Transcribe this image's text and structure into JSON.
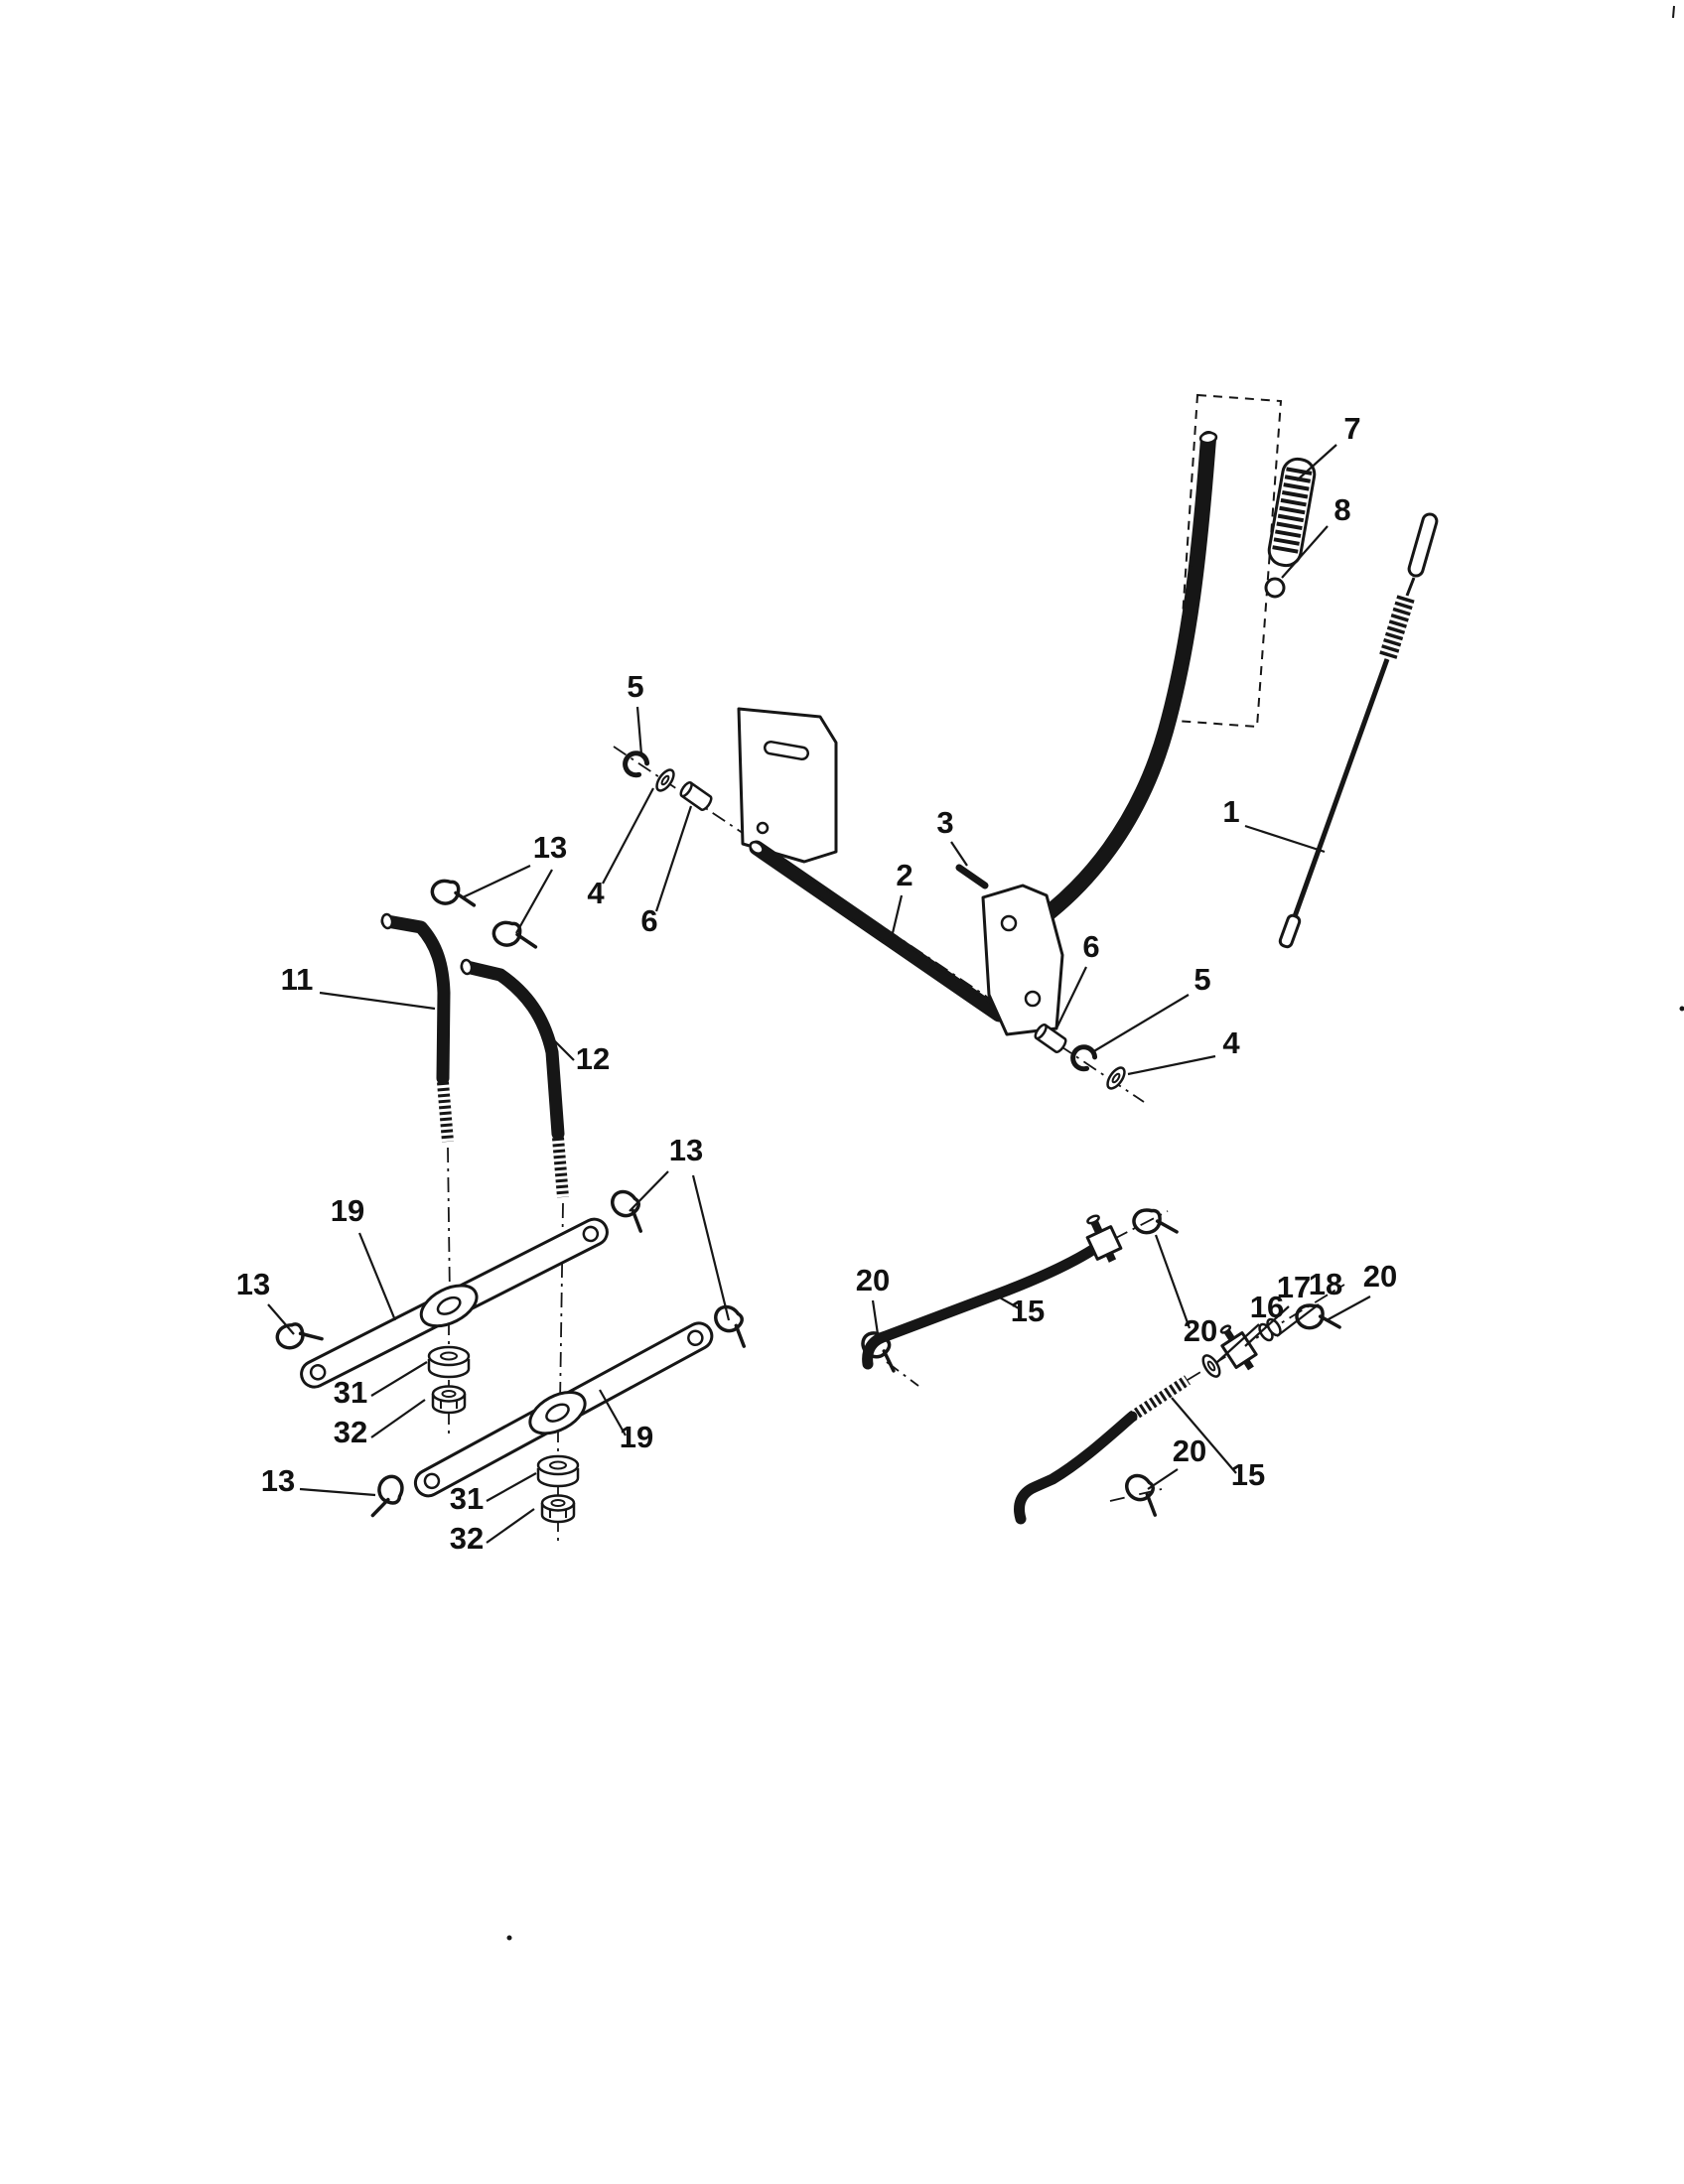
{
  "colors": {
    "ink": "#161616",
    "paper": "#ffffff"
  },
  "callouts": [
    {
      "text": "7"
    },
    {
      "text": "8"
    },
    {
      "text": "1"
    },
    {
      "text": "5"
    },
    {
      "text": "4"
    },
    {
      "text": "6"
    },
    {
      "text": "13"
    },
    {
      "text": "3"
    },
    {
      "text": "2"
    },
    {
      "text": "6"
    },
    {
      "text": "5"
    },
    {
      "text": "4"
    },
    {
      "text": "11"
    },
    {
      "text": "12"
    },
    {
      "text": "13"
    },
    {
      "text": "19"
    },
    {
      "text": "13"
    },
    {
      "text": "31"
    },
    {
      "text": "32"
    },
    {
      "text": "19"
    },
    {
      "text": "13"
    },
    {
      "text": "31"
    },
    {
      "text": "32"
    },
    {
      "text": "20"
    },
    {
      "text": "15"
    },
    {
      "text": "20"
    },
    {
      "text": "16"
    },
    {
      "text": "17"
    },
    {
      "text": "18"
    },
    {
      "text": "20"
    },
    {
      "text": "20"
    },
    {
      "text": "15"
    }
  ]
}
